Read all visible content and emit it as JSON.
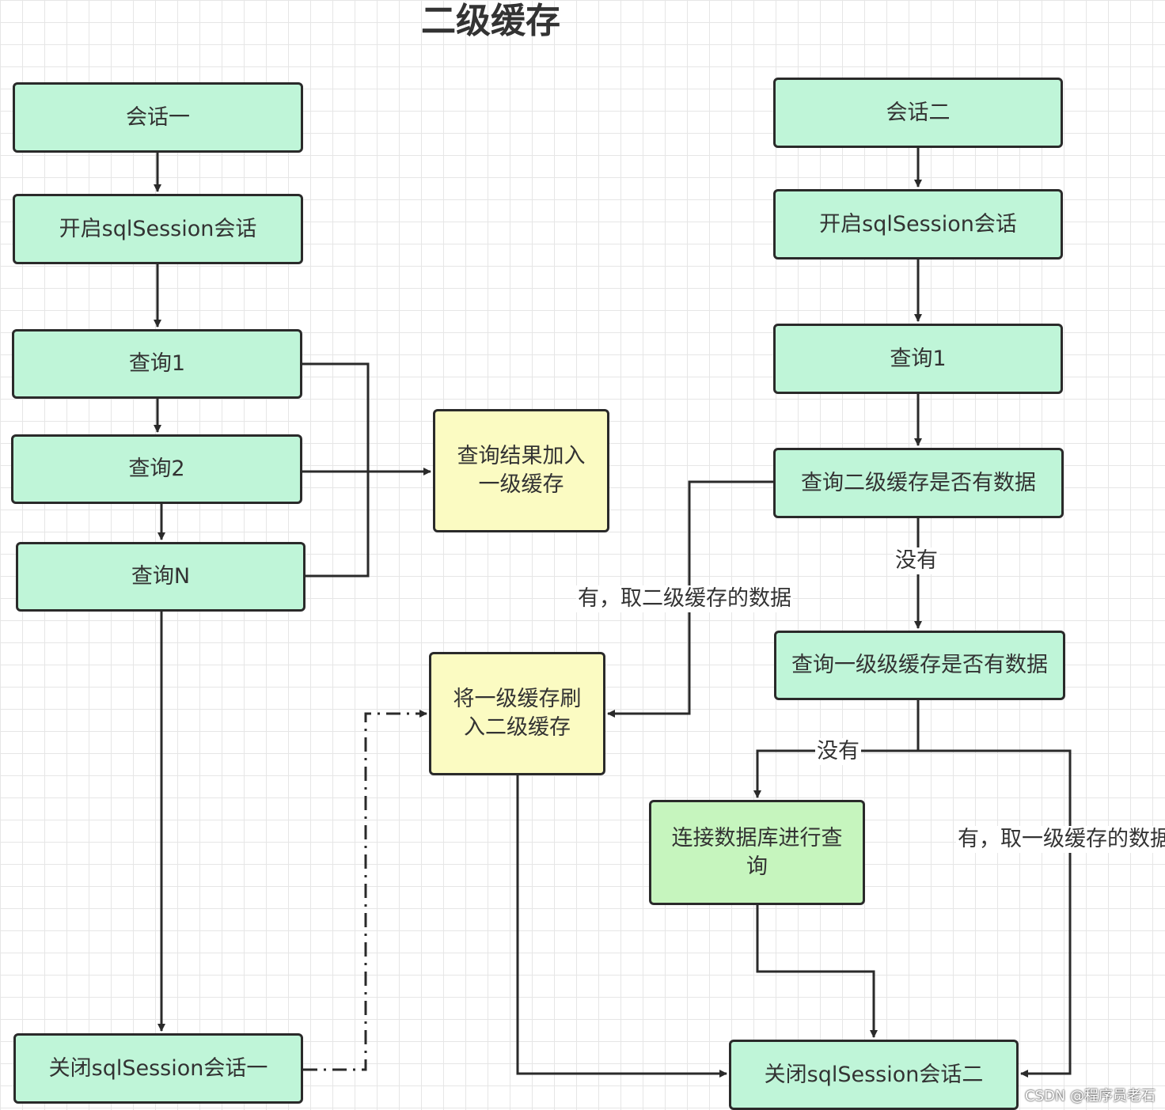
{
  "title": "二级缓存",
  "left_flow": {
    "session": "会话一",
    "open": "开启sqlSession会话",
    "query1": "查询1",
    "query2": "查询2",
    "queryN": "查询N",
    "close": "关闭sqlSession会话一"
  },
  "middle": {
    "add_l1": "查询结果加入一级缓存",
    "flush_l2": "将一级缓存刷入二级缓存"
  },
  "right_flow": {
    "session": "会话二",
    "open": "开启sqlSession会话",
    "query1": "查询1",
    "check_l2": "查询二级缓存是否有数据",
    "check_l1": "查询一级级缓存是否有数据",
    "db": "连接数据库进行查询",
    "close": "关闭sqlSession会话二"
  },
  "edge_labels": {
    "no_l2": "没有",
    "yes_l2": "有，取二级缓存的数据",
    "no_l1": "没有",
    "yes_l1": "有，取一级缓存的数据"
  },
  "watermark": "CSDN @程序员老石",
  "colors": {
    "green_box": "#bff5d8",
    "yellow_box": "#fbfbc2",
    "lime_box": "#c6f5be",
    "stroke": "#2a2a2a"
  }
}
